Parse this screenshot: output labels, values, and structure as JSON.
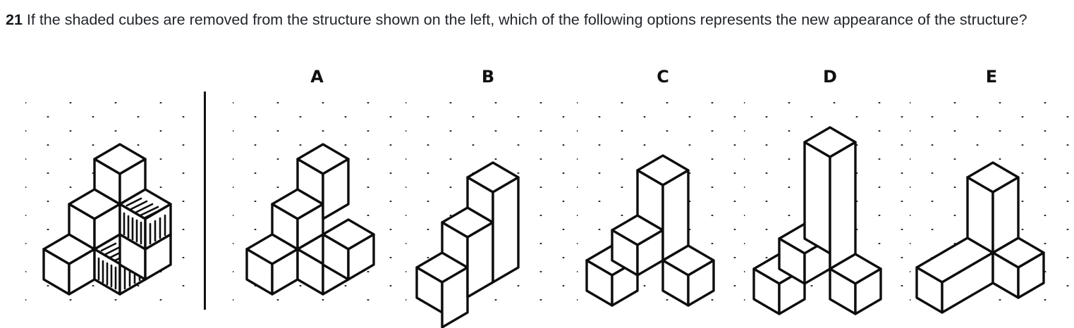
{
  "question": {
    "number": "21",
    "text": "If the shaded cubes are removed from the structure shown on the left, which of the following options represents the new appearance of the structure?"
  },
  "panels": [
    {
      "id": "prompt",
      "label": "",
      "role": "stimulus-figure"
    },
    {
      "id": "a",
      "label": "A",
      "role": "answer-option"
    },
    {
      "id": "b",
      "label": "B",
      "role": "answer-option"
    },
    {
      "id": "c",
      "label": "C",
      "role": "answer-option"
    },
    {
      "id": "d",
      "label": "D",
      "role": "answer-option"
    },
    {
      "id": "e",
      "label": "E",
      "role": "answer-option"
    }
  ],
  "colors": {
    "background": "#ffffff",
    "ink": "#0d0d0d",
    "text": "#22252b",
    "dot": "#1a1a1a"
  }
}
